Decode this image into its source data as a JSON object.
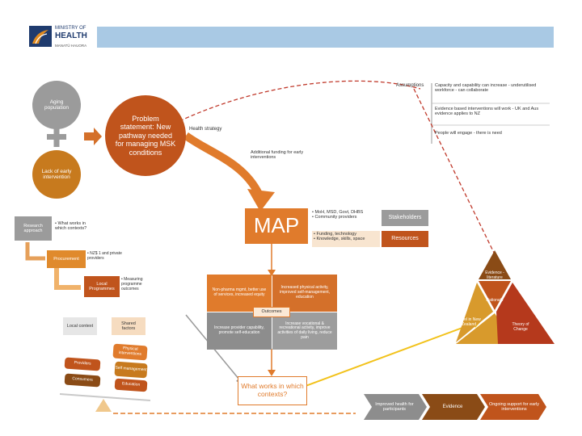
{
  "header": {
    "logo_line1": "MINISTRY OF",
    "logo_line2": "HEALTH",
    "logo_line3": "MANATŪ HAUORA",
    "band_color": "#a9c9e4"
  },
  "left": {
    "aging_population": "Aging population",
    "lack_early_intervention": "Lack of early intervention",
    "problem_statement": "Problem statement: New pathway needed for managing MSK conditions",
    "health_strategy": "Health strategy",
    "additional_funding": "Additional funding for early interventions",
    "research_approach": "Research approach",
    "what_works_note": "• What works in which contexts?",
    "procurement": "Procurement",
    "procurement_note": "• NZ$ 1 and private providers",
    "local_programmes": "Local Programmes",
    "local_programmes_note": "• Measuring programme outcomes",
    "local_context": "Local context",
    "shared_factors": "Shared factors",
    "physical_interventions": "Physical interventions",
    "self_management": "Self management",
    "education": "Education",
    "providers": "Providers",
    "consumers": "Consumers"
  },
  "assumptions": {
    "title": "Assumptions",
    "items": [
      "Capacity and capability can increase - underutilised workforce - can collaborate",
      "Evidence based interventions will work - UK and Aus evidence applies to NZ",
      "People will engage - there is need"
    ]
  },
  "map": {
    "label": "MAP",
    "bullets1": [
      "• MoH, MSD, Govt, DHBS",
      "• Community providers"
    ],
    "bullets2": [
      "• Funding, technology",
      "• Knowledge, skills, space"
    ],
    "stakeholders": "Stakeholders",
    "resources": "Resources"
  },
  "outcomes": {
    "center": "Outcomes",
    "q1": "Non-pharma mgmt, better use of services, increased equity",
    "q2": "Increased physical activity, improved self-management, education",
    "q3": "Increase provider capability, promote self-education",
    "q4": "Increase vocational & recreational activity, improve activities of daily living, reduce pain"
  },
  "what_works": "What works in which contexts?",
  "pyramid": {
    "top": "Evidence - literature",
    "mid": "Rationale",
    "left": "Novel in New Zealand",
    "right": "Theory of Change"
  },
  "chevrons": [
    "Improved health for participants",
    "Evidence",
    "Ongoing support for early interventions"
  ],
  "colors": {
    "orange": "#d4702a",
    "dark_orange": "#c0541c",
    "grey": "#8d8d8d",
    "brown": "#8a4b16",
    "gold": "#d89a2c",
    "red": "#b5391c",
    "yellow_arrow": "#f2c21b"
  }
}
